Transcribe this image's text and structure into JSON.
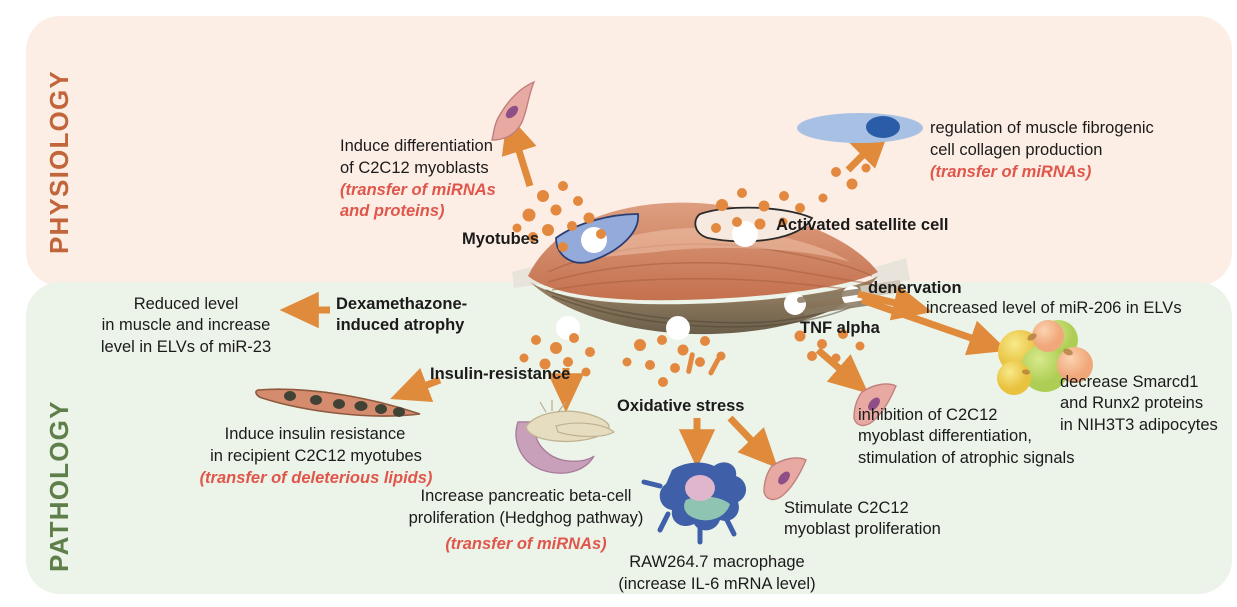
{
  "panels": {
    "physiology": {
      "label": "PHYSIOLOGY",
      "color": "#c1653a",
      "bg": "#fdeee5"
    },
    "pathology": {
      "label": "PATHOLOGY",
      "color": "#5f7f4a",
      "bg": "#ecf3e8"
    }
  },
  "palette": {
    "arrow_orange": "#e08a3c",
    "vesicle_orange": "#e2883f",
    "red_italic": "#e0564b",
    "body_text": "#1b1b1b",
    "muscle_light": "#d58b6e",
    "muscle_mid": "#c2714f",
    "muscle_dark": "#6e5c44",
    "satellite_blue": "#93aada",
    "fibrogenic_blue_light": "#a8c0e4",
    "fibrogenic_blue_dark": "#2b5ca8",
    "myoblast_pink": "#e8a9a3",
    "myotube_tan": "#d58b6e",
    "macrophage_blue": "#3f5fa8",
    "macrophage_nucleus": "#e0b6cc",
    "pancreas_cream": "#e6dcc0",
    "duodenum_pink": "#c9a0ba",
    "adipocyte_yellow": "#f0d95c",
    "adipocyte_green": "#bcd861",
    "adipocyte_peach": "#f4b58c"
  },
  "physiology": {
    "myotubes_label": "Myotubes",
    "satellite_label": "Activated satellite cell",
    "induce_differentiation": {
      "line1": "Induce differentiation",
      "line2": "of C2C12 myoblasts",
      "italic": "(transfer of miRNAs\nand proteins)"
    },
    "fibrogenic": {
      "line1": "regulation of muscle fibrogenic",
      "line2": "cell collagen production",
      "italic": "(transfer of miRNAs)"
    }
  },
  "pathology": {
    "dexamethazone": "Dexamethazone-\ninduced atrophy",
    "reduced_level": "Reduced level\nin muscle and increase\nlevel in ELVs of miR-23",
    "insulin_resistance_label": "Insulin-resistance",
    "induce_insulin_resistance": {
      "line1": "Induce insulin resistance",
      "line2": "in recipient C2C12 myotubes",
      "italic": "(transfer of deleterious lipids)"
    },
    "oxidative_stress_label": "Oxidative stress",
    "pancreatic": {
      "line1": "Increase pancreatic beta-cell",
      "line2": "proliferation (Hedghog pathway)",
      "italic": "(transfer of miRNAs)"
    },
    "macrophage": {
      "line1": "RAW264.7 macrophage",
      "line2": "(increase IL-6 mRNA level)"
    },
    "stimulate_proliferation": "Stimulate C2C12\nmyoblast proliferation",
    "tnf_alpha_label": "TNF alpha",
    "inhibition": "inhibition of C2C12\nmyoblast differentiation,\nstimulation of atrophic signals",
    "denervation_label": "denervation",
    "mir206": "increased level of miR-206 in ELVs",
    "adipocytes": "decrease Smarcd1\nand Runx2 proteins\nin NIH3T3 adipocytes"
  }
}
